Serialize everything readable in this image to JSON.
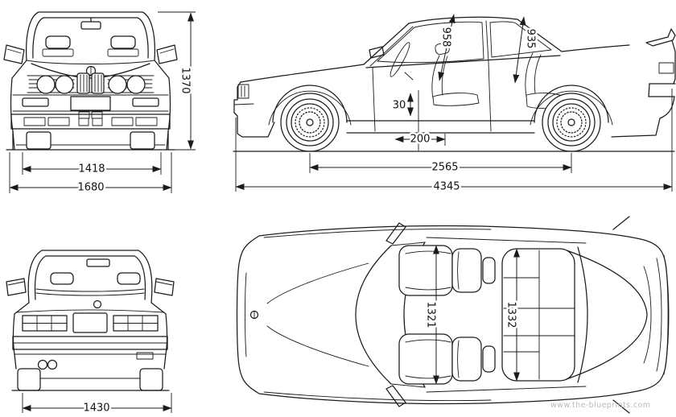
{
  "watermark": {
    "text": "www.the-blueprints.com"
  },
  "colors": {
    "line": "#1b1b1b",
    "background": "#ffffff",
    "watermark": "#b9b9b9"
  },
  "views": {
    "front": {
      "name": "front-view",
      "dim_height": "1370",
      "dim_track": "1418",
      "dim_width": "1680"
    },
    "side": {
      "name": "side-view",
      "dim_front_headroom": "958",
      "dim_rear_headroom": "935",
      "dim_seat_adjust": "30",
      "dim_seat_travel": "200",
      "dim_wheelbase": "2565",
      "dim_length": "4345"
    },
    "rear": {
      "name": "rear-view",
      "dim_track": "1430"
    },
    "top": {
      "name": "top-view",
      "dim_front_width": "1321",
      "dim_rear_width": "1332"
    }
  }
}
